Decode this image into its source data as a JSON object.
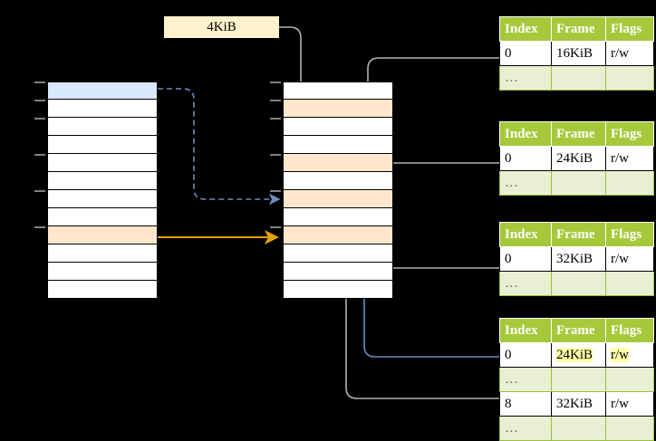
{
  "diagram": {
    "title": "page-table-walk",
    "label_box": {
      "text": "4KiB"
    },
    "colors": {
      "header": "#a5c93a",
      "alt_row": "#e9efd2",
      "highlight": "#ffffa8",
      "blue_cell": "#dae8fc",
      "peach_cell": "#ffe6cc",
      "orange_arrow": "#e8a200",
      "blue_arrow": "#6c8ebf",
      "gray_arrow": "#b3b3b3"
    },
    "left_stack": {
      "name": "virtual-address-space",
      "rows": [
        {
          "fill": "blue"
        },
        {
          "fill": "white"
        },
        {
          "fill": "white"
        },
        {
          "fill": "white"
        },
        {
          "fill": "white"
        },
        {
          "fill": "white"
        },
        {
          "fill": "white"
        },
        {
          "fill": "white"
        },
        {
          "fill": "peach"
        },
        {
          "fill": "white"
        },
        {
          "fill": "white"
        },
        {
          "fill": "white"
        }
      ]
    },
    "middle_stack": {
      "name": "physical-address-space",
      "rows": [
        {
          "fill": "white"
        },
        {
          "fill": "peach"
        },
        {
          "fill": "white"
        },
        {
          "fill": "white"
        },
        {
          "fill": "peach"
        },
        {
          "fill": "white"
        },
        {
          "fill": "peach"
        },
        {
          "fill": "white"
        },
        {
          "fill": "peach"
        },
        {
          "fill": "white"
        },
        {
          "fill": "white"
        },
        {
          "fill": "white"
        }
      ]
    },
    "tables": [
      {
        "name": "page-table-level-1",
        "headers": [
          "Index",
          "Frame",
          "Flags"
        ],
        "rows": [
          {
            "cells": [
              "0",
              "16KiB",
              "r/w"
            ],
            "alt": false,
            "highlight": []
          },
          {
            "cells": [
              "…",
              "",
              ""
            ],
            "alt": true,
            "highlight": []
          }
        ]
      },
      {
        "name": "page-table-level-2",
        "headers": [
          "Index",
          "Frame",
          "Flags"
        ],
        "rows": [
          {
            "cells": [
              "0",
              "24KiB",
              "r/w"
            ],
            "alt": false,
            "highlight": []
          },
          {
            "cells": [
              "…",
              "",
              ""
            ],
            "alt": true,
            "highlight": []
          }
        ]
      },
      {
        "name": "page-table-level-3",
        "headers": [
          "Index",
          "Frame",
          "Flags"
        ],
        "rows": [
          {
            "cells": [
              "0",
              "32KiB",
              "r/w"
            ],
            "alt": false,
            "highlight": []
          },
          {
            "cells": [
              "…",
              "",
              ""
            ],
            "alt": true,
            "highlight": []
          }
        ]
      },
      {
        "name": "page-table-level-4",
        "headers": [
          "Index",
          "Frame",
          "Flags"
        ],
        "rows": [
          {
            "cells": [
              "0",
              "24KiB",
              "r/w"
            ],
            "alt": false,
            "highlight": [
              1,
              2
            ]
          },
          {
            "cells": [
              "…",
              "",
              ""
            ],
            "alt": true,
            "highlight": []
          },
          {
            "cells": [
              "8",
              "32KiB",
              "r/w"
            ],
            "alt": false,
            "highlight": []
          },
          {
            "cells": [
              "…",
              "",
              ""
            ],
            "alt": true,
            "highlight": []
          }
        ]
      }
    ]
  }
}
